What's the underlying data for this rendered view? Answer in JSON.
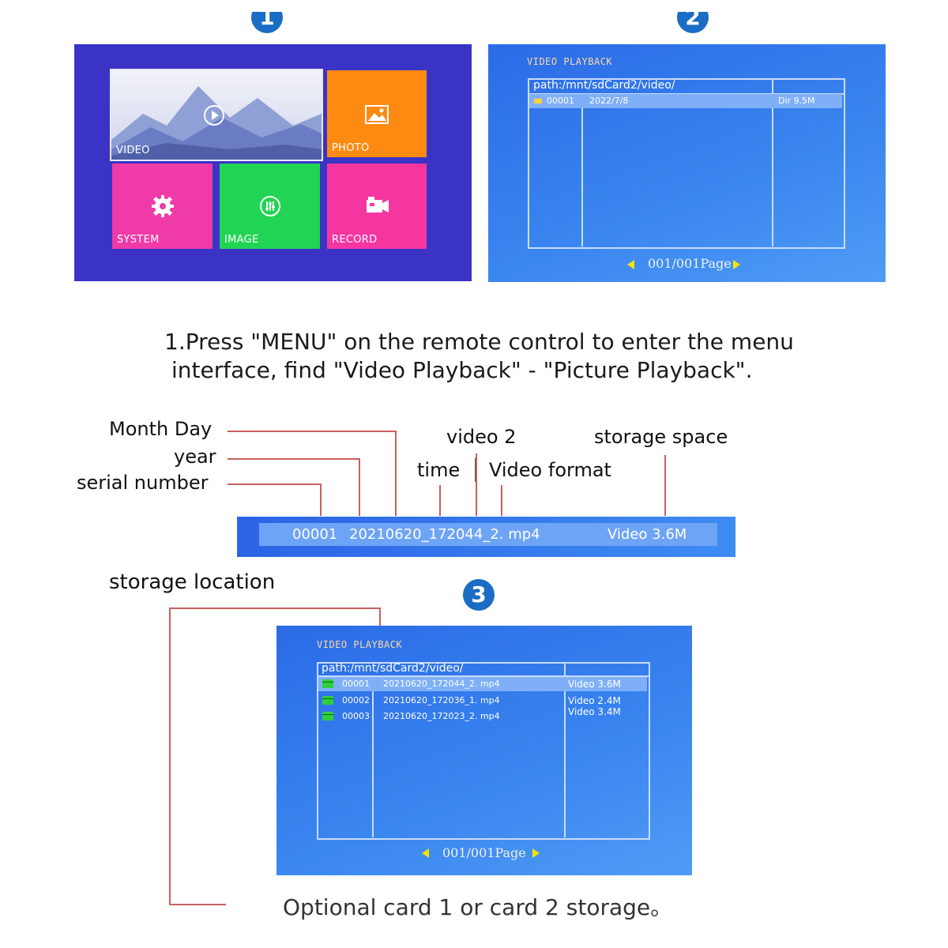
{
  "steps": {
    "step1": "1",
    "step2": "2",
    "step3": "3"
  },
  "menu": {
    "tiles": [
      {
        "label": "VIDEO",
        "icon": "play-circle-icon"
      },
      {
        "label": "PHOTO",
        "icon": "picture-icon"
      },
      {
        "label": "SYSTEM",
        "icon": "gear-icon"
      },
      {
        "label": "IMAGE",
        "icon": "equalizer-icon"
      },
      {
        "label": "RECORD",
        "icon": "camera-icon"
      }
    ]
  },
  "playback1": {
    "title": "VIDEO PLAYBACK",
    "path": "path:/mnt/sdCard2/video/",
    "rows": [
      {
        "index": "00001",
        "date": "2022/7/8",
        "info": "Dir 9.5M",
        "icon": "folder-icon"
      }
    ],
    "pager": "001/001Page"
  },
  "instruction": {
    "line1": "1.Press \"MENU\" on the remote control to enter the menu",
    "line2": "interface, find \"Video Playback\" - \"Picture Playback\"."
  },
  "diagram": {
    "month_day": "Month Day",
    "year": "year",
    "serial_number": "serial number",
    "video2": "video 2",
    "time": "time",
    "video_format": "Video format",
    "storage_space": "storage space",
    "storage_location": "storage location",
    "file_bar": {
      "index": "00001",
      "name": "20210620_172044_2. mp4",
      "info": "Video 3.6M"
    }
  },
  "playback3": {
    "title": "VIDEO PLAYBACK",
    "path": "path:/mnt/sdCard2/video/",
    "rows": [
      {
        "index": "00001",
        "name": "20210620_172044_2. mp4",
        "info": "Video 3.6M"
      },
      {
        "index": "00002",
        "name": "20210620_172036_1. mp4",
        "info": "Video 2.4M"
      },
      {
        "index": "00003",
        "name": "20210620_172023_2. mp4",
        "info": "Video 3.4M"
      }
    ],
    "pager": "001/001Page"
  },
  "footer": "Optional card 1 or card 2 storage。",
  "colors": {
    "accent": "#1a6cc4",
    "leader": "#c8605e",
    "pager_arrow": "#f5e400"
  }
}
